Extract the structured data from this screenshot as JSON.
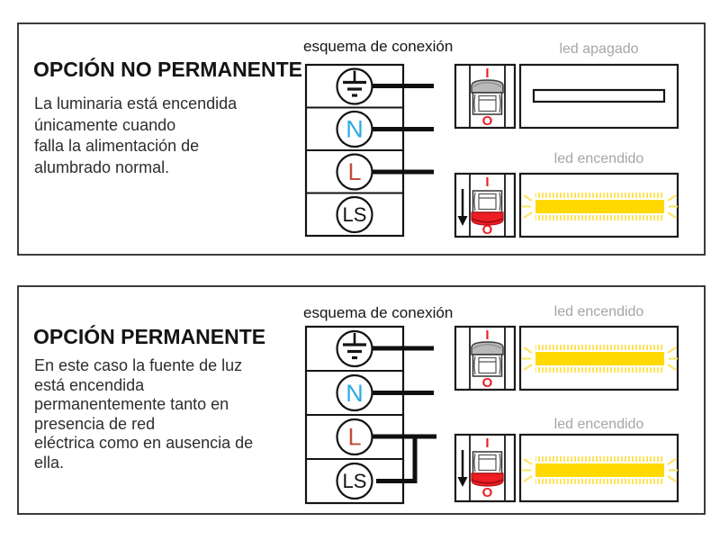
{
  "colors": {
    "accent_red": "#ee1c23",
    "neutral_n_blue": "#29abe2",
    "line_l_red": "#c04f3c",
    "led_yellow": "#ffd900",
    "led_glow_yellow": "#ffe35c",
    "label_gray": "#a6a6a6"
  },
  "panels": [
    {
      "title": "OPCIÓN NO PERMANENTE",
      "body_lines": [
        "La luminaria está encendida",
        "únicamente cuando",
        "falla la alimentación de",
        "alumbrado normal."
      ],
      "schema_label": "esquema de conexión",
      "terminals": {
        "neutral": "N",
        "line": "L",
        "switched": "LS"
      },
      "rows": [
        {
          "led_label": "led apagado",
          "led_state": "off",
          "switch_state": "up",
          "on_mark": "I",
          "off_mark": "O"
        },
        {
          "led_label": "led encendido",
          "led_state": "on",
          "switch_state": "down",
          "on_mark": "I",
          "off_mark": "O"
        }
      ]
    },
    {
      "title": "OPCIÓN PERMANENTE",
      "body_lines": [
        "En este caso la fuente de luz",
        "está encendida",
        "permanentemente tanto en",
        "presencia de red",
        "eléctrica como en ausencia de",
        "ella."
      ],
      "schema_label": "esquema de conexión",
      "terminals": {
        "neutral": "N",
        "line": "L",
        "switched": "LS"
      },
      "rows": [
        {
          "led_label": "led encendido",
          "led_state": "on",
          "switch_state": "up",
          "on_mark": "I",
          "off_mark": "O"
        },
        {
          "led_label": "led encendido",
          "led_state": "on",
          "switch_state": "down",
          "on_mark": "I",
          "off_mark": "O"
        }
      ]
    }
  ]
}
